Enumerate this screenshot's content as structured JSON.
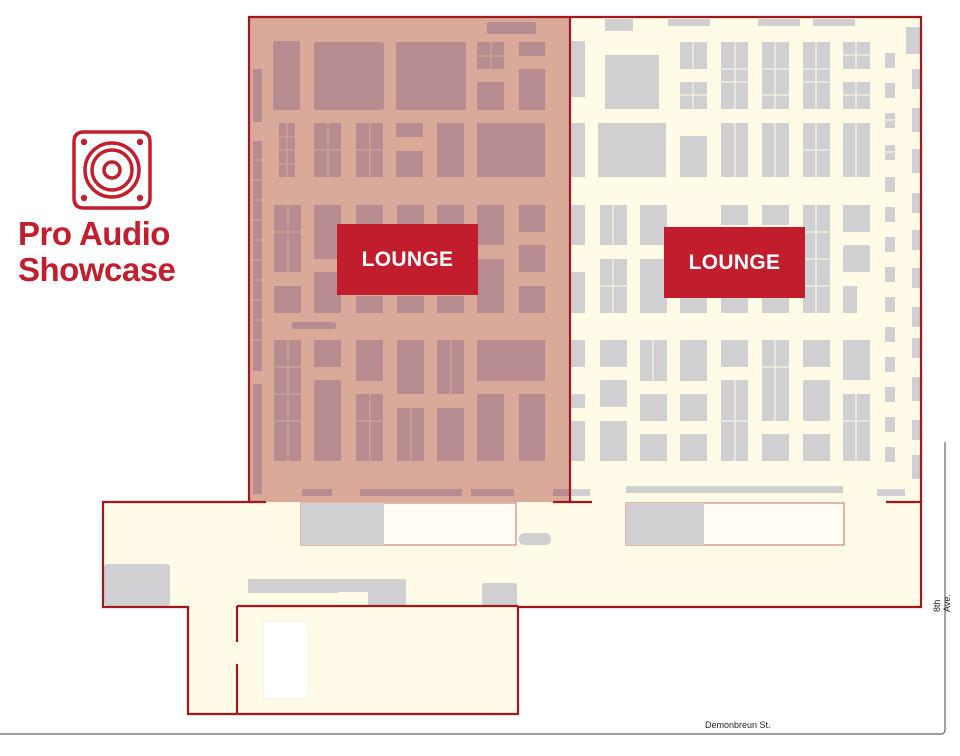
{
  "logo": {
    "icon": "speaker-icon",
    "title_line1": "Pro Audio",
    "title_line2": "Showcase",
    "color": "#c11e2e"
  },
  "map": {
    "colors": {
      "hall_fill": "#fffbe6",
      "highlight_fill": "#d9a99a",
      "wall": "#a3171f",
      "booth_gray": "#d0d0d2",
      "booth_highlight": "#b68c90",
      "lounge": "#c11d2c",
      "street_line": "#666666"
    },
    "lounges": [
      {
        "label": "LOUNGE",
        "zone": "highlighted-hall"
      },
      {
        "label": "LOUNGE",
        "zone": "east-hall"
      }
    ],
    "streets": {
      "east": "8th Ave.",
      "south": "Demonbreun St."
    }
  }
}
